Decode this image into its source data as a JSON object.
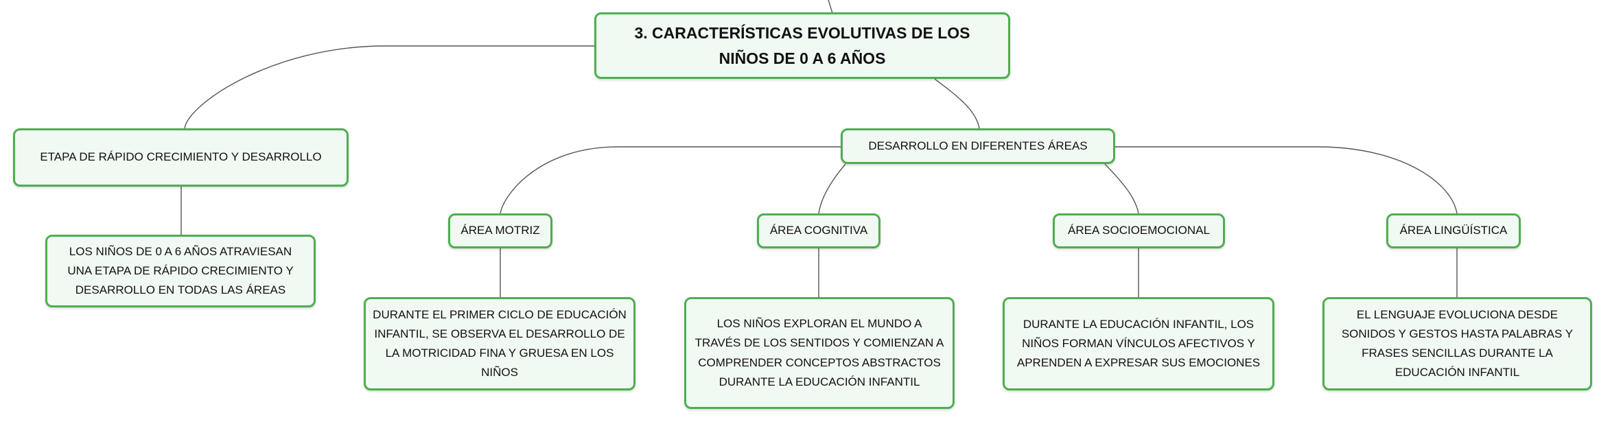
{
  "root": {
    "title": "3. CARACTERÍSTICAS EVOLUTIVAS DE LOS NIÑOS DE 0 A 6 AÑOS"
  },
  "etapa": {
    "label": "ETAPA DE RÁPIDO CRECIMIENTO Y DESARROLLO",
    "detail": "LOS NIÑOS DE 0 A 6 AÑOS ATRAVIESAN UNA ETAPA DE RÁPIDO CRECIMIENTO Y DESARROLLO EN TODAS LAS ÁREAS"
  },
  "desarrollo": {
    "label": "DESARROLLO EN DIFERENTES ÁREAS",
    "areas": [
      {
        "label": "ÁREA MOTRIZ",
        "detail": "DURANTE EL PRIMER CICLO DE EDUCACIÓN INFANTIL, SE OBSERVA EL DESARROLLO DE LA MOTRICIDAD FINA Y GRUESA EN LOS NIÑOS"
      },
      {
        "label": "ÁREA COGNITIVA",
        "detail": "LOS NIÑOS EXPLORAN EL MUNDO A TRAVÉS DE LOS SENTIDOS Y COMIENZAN A COMPRENDER CONCEPTOS ABSTRACTOS DURANTE LA EDUCACIÓN INFANTIL"
      },
      {
        "label": "ÁREA SOCIOEMOCIONAL",
        "detail": "DURANTE LA EDUCACIÓN INFANTIL, LOS NIÑOS FORMAN VÍNCULOS AFECTIVOS Y APRENDEN A EXPRESAR SUS EMOCIONES"
      },
      {
        "label": "ÁREA LINGÜÍSTICA",
        "detail": "EL LENGUAJE EVOLUCIONA DESDE SONIDOS Y GESTOS HASTA PALABRAS Y FRASES SENCILLAS DURANTE LA EDUCACIÓN INFANTIL"
      }
    ]
  },
  "colors": {
    "border": "#4caf50",
    "fill": "#f1f9f3",
    "link": "#555555"
  }
}
